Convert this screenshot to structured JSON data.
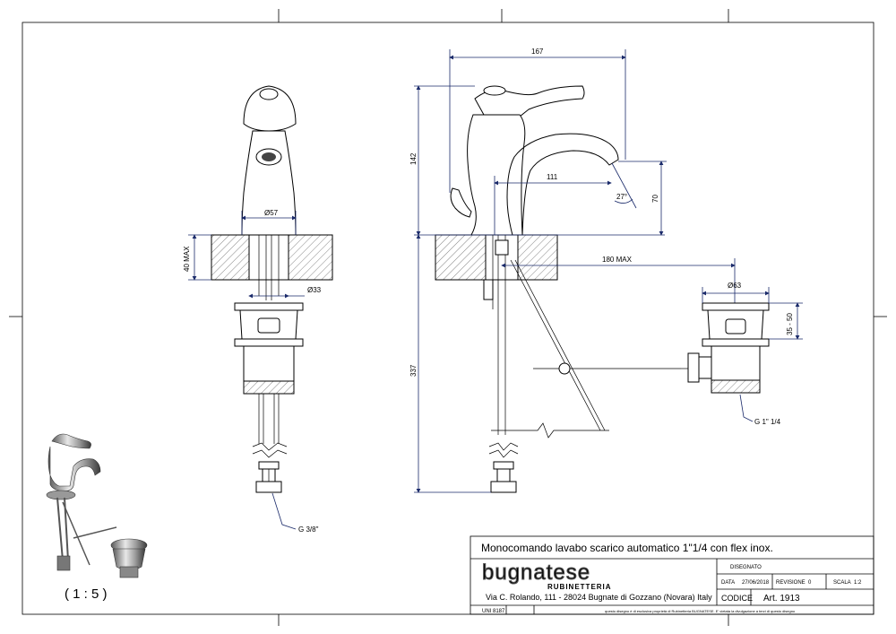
{
  "dimensions": {
    "d57": "Ø57",
    "max40": "40 MAX",
    "d33": "Ø33",
    "g38": "G 3/8\"",
    "w167": "167",
    "h142": "142",
    "w111": "111",
    "a27": "27°",
    "h70": "70",
    "h337": "337",
    "max180": "180 MAX",
    "d63": "Ø63",
    "r3550": "35 - 50",
    "g114": "G 1\" 1/4"
  },
  "scale_note": "( 1 : 5 )",
  "title_block": {
    "title": "Monocomando lavabo scarico automatico 1\"1/4 con flex inox.",
    "brand": "bugnatese",
    "brand_sub": "RUBINETTERIA",
    "address": "Via C. Rolando, 111 - 28024 Bugnate di Gozzano (Novara) Italy",
    "disegnato_label": "DISEGNATO",
    "data_label": "DATA",
    "data_value": "27/06/2018",
    "revisione_label": "REVISIONE",
    "revisione_value": "0",
    "scala_label": "SCALA",
    "scala_value": "1:2",
    "codice_label": "CODICE",
    "articolo": "Art. 1913",
    "uni": "UNI 8187",
    "disclaimer": "questo disegno è di esclusiva proprietà di Rubinetteria BUGNATESE. E' vietata la divulgazione a terzi di questo disegno"
  }
}
